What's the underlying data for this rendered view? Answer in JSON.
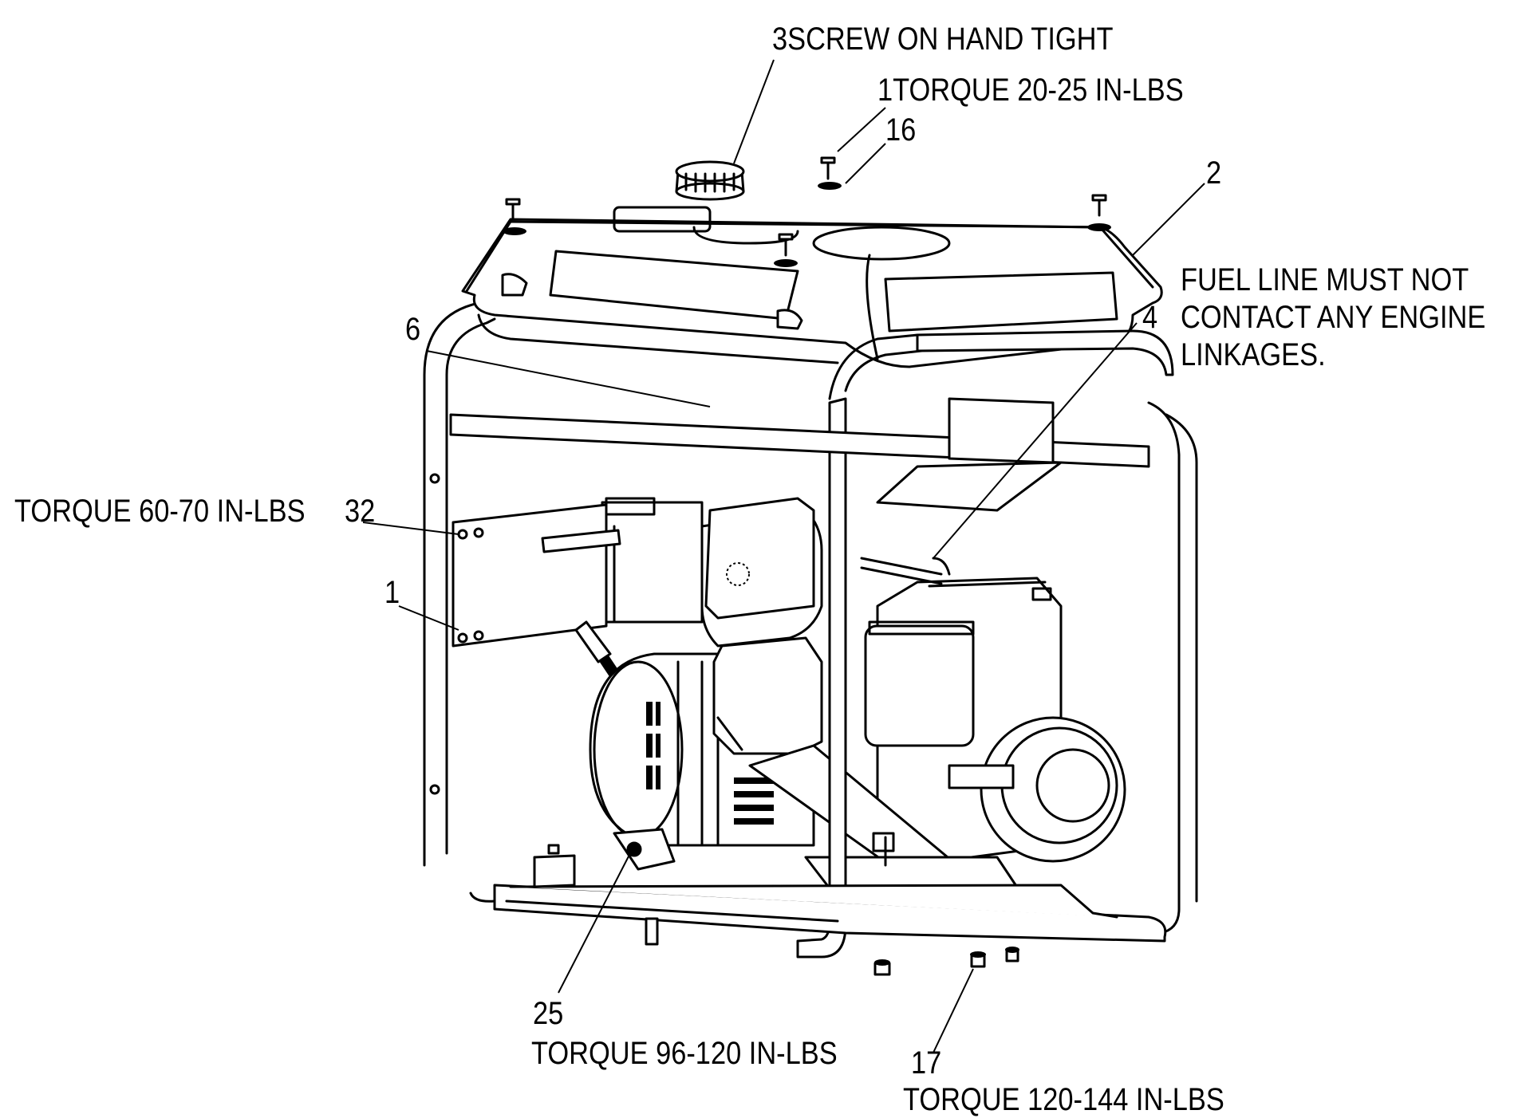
{
  "callouts": {
    "c3_num": "3",
    "c3_text": "SCREW ON HAND TIGHT",
    "c1_top_num": "1",
    "c1_top_text": "TORQUE 20-25 IN-LBS",
    "c16": "16",
    "c2": "2",
    "c4": "4",
    "fuel_line_note": [
      "FUEL LINE MUST NOT",
      "CONTACT ANY ENGINE",
      "LINKAGES."
    ],
    "c6": "6",
    "torque_left": "TORQUE 60-70 IN-LBS",
    "c32": "32",
    "c1_left": "1",
    "c25": "25",
    "torque_25": "TORQUE 96-120 IN-LBS",
    "c17": "17",
    "torque_17": "TORQUE 120-144 IN-LBS"
  },
  "icons": [
    "fuel-cap-icon",
    "tank-screw-icon",
    "frame-icon",
    "engine-icon",
    "alternator-icon",
    "control-panel-icon",
    "nut-icon"
  ]
}
